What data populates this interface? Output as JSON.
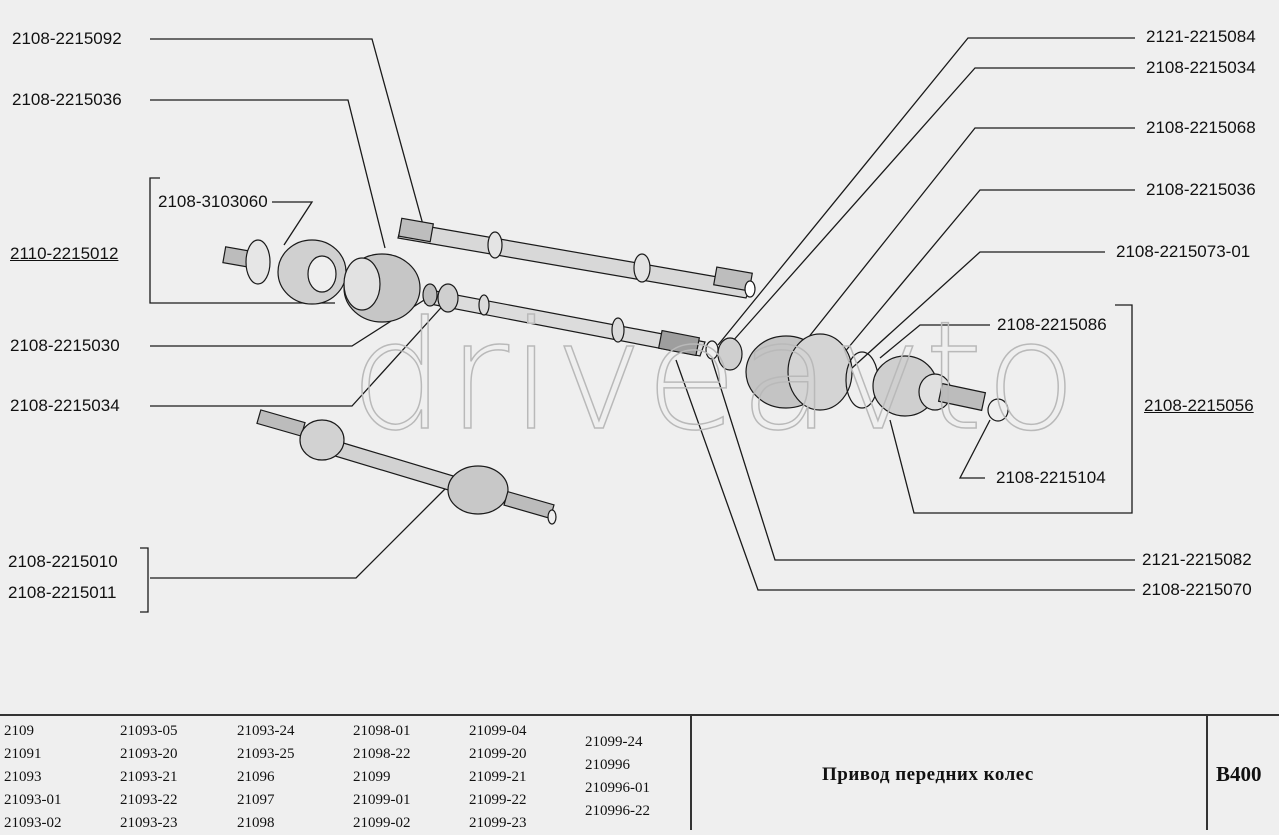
{
  "watermark": "driveavto",
  "labels": {
    "l1": "2108-2215092",
    "l2": "2108-2215036",
    "l3": "2108-3103060",
    "l4": "2110-2215012",
    "l5": "2108-2215030",
    "l6": "2108-2215034",
    "l7": "2108-2215010",
    "l8": "2108-2215011",
    "r1": "2121-2215084",
    "r2": "2108-2215034",
    "r3": "2108-2215068",
    "r4": "2108-2215036",
    "r5": "2108-2215073-01",
    "r6": "2108-2215086",
    "r7": "2108-2215056",
    "r8": "2108-2215104",
    "r9": "2121-2215082",
    "r10": "2108-2215070"
  },
  "footer": {
    "models": [
      [
        "2109",
        "21091",
        "21093",
        "21093-01",
        "21093-02"
      ],
      [
        "21093-05",
        "21093-20",
        "21093-21",
        "21093-22",
        "21093-23"
      ],
      [
        "21093-24",
        "21093-25",
        "21096",
        "21097",
        "21098"
      ],
      [
        "21098-01",
        "21098-22",
        "21099",
        "21099-01",
        "21099-02"
      ],
      [
        "21099-04",
        "21099-20",
        "21099-21",
        "21099-22",
        "21099-23"
      ],
      [
        "21099-24",
        "210996",
        "210996-01",
        "210996-22"
      ]
    ],
    "title": "Привод передних колес",
    "code": "В400"
  }
}
